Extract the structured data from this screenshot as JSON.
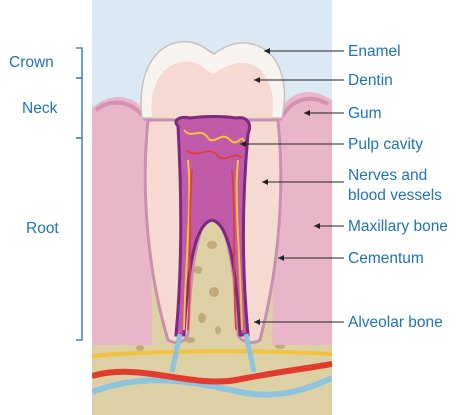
{
  "regions": [
    {
      "key": "crown",
      "label": "Crown"
    },
    {
      "key": "neck",
      "label": "Neck"
    },
    {
      "key": "root",
      "label": "Root"
    }
  ],
  "labels": {
    "enamel": "Enamel",
    "dentin": "Dentin",
    "gum": "Gum",
    "pulp_cavity": "Pulp cavity",
    "nerves_line1": "Nerves and",
    "nerves_line2": "blood vessels",
    "maxillary_bone": "Maxillary bone",
    "cementum": "Cementum",
    "alveolar_bone": "Alveolar bone"
  },
  "colors": {
    "sky": "#dbe9f4",
    "bone": "#ddd0a4",
    "bone_hole": "#b89d6a",
    "gum": "#e9b5c9",
    "gum_dark": "#d390b0",
    "enamel": "#f7f3ef",
    "dentin": "#f6d9d1",
    "pulp": "#c05aa9",
    "pulp_dark": "#7c2a7e",
    "nerve_yellow": "#f2c13d",
    "vessel_red": "#e23a2c",
    "vessel_blue": "#8ec3de",
    "label_blue": "#1f73b7",
    "pointer": "#222222"
  }
}
